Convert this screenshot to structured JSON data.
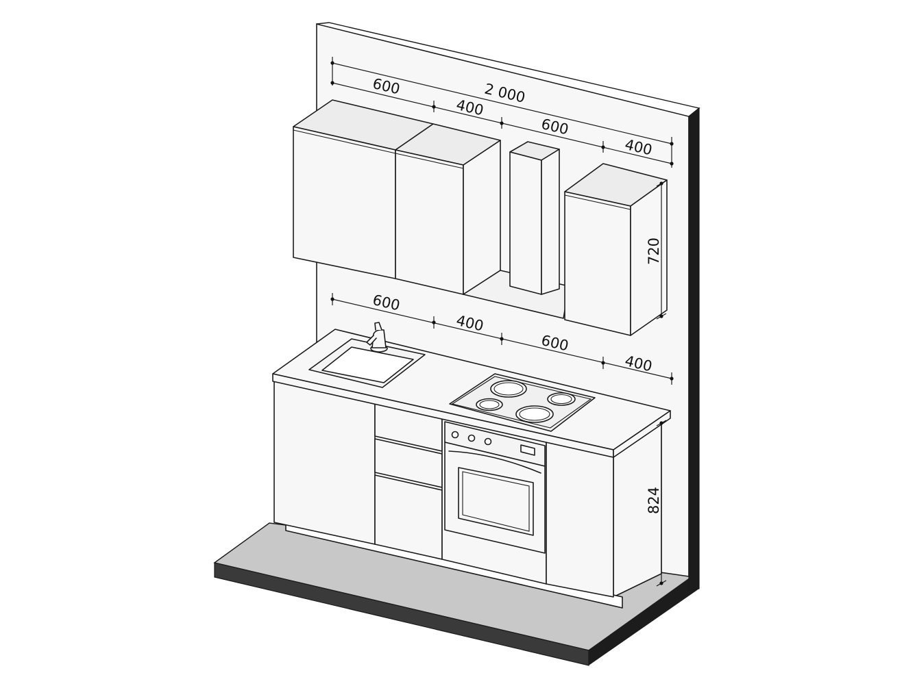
{
  "colors": {
    "line": "#1a1a1a",
    "wall_face": "#f7f7f7",
    "wall_side": "#1c1c1c",
    "floor_top": "#c8c8c8",
    "floor_front": "#3a3a3a",
    "panel": "#f7f7f7",
    "top_face": "#ececec",
    "hob": "#f0f0f0"
  },
  "dimensions": {
    "total_width": "2 000",
    "upper": [
      "600",
      "400",
      "600",
      "400"
    ],
    "lower": [
      "600",
      "400",
      "600",
      "400"
    ],
    "upper_height": "720",
    "lower_height": "824"
  }
}
